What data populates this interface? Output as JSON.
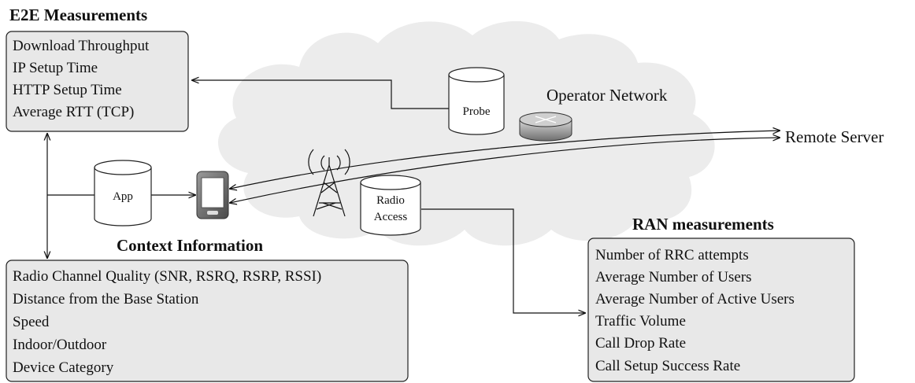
{
  "e2e": {
    "title": "E2E Measurements",
    "items": [
      "Download Throughput",
      "IP Setup Time",
      "HTTP Setup Time",
      "Average RTT (TCP)"
    ]
  },
  "context": {
    "title": "Context Information",
    "items": [
      "Radio Channel Quality (SNR, RSRQ, RSRP, RSSI)",
      "Distance from the Base Station",
      "Speed",
      "Indoor/Outdoor",
      "Device Category"
    ]
  },
  "ran": {
    "title": "RAN measurements",
    "items": [
      "Number of RRC attempts",
      "Average Number of Users",
      "Average Number of Active Users",
      "Traffic Volume",
      "Call Drop Rate",
      "Call Setup Success Rate"
    ]
  },
  "nodes": {
    "probe": "Probe",
    "app": "App",
    "radio_access_line1": "Radio",
    "radio_access_line2": "Access",
    "operator_network": "Operator Network",
    "remote_server": "Remote Server"
  },
  "icons": {
    "cloud": "cloud-icon",
    "router": "router-icon",
    "antenna": "cell-tower-icon",
    "phone": "smartphone-icon"
  },
  "colors": {
    "box_fill": "#e8e8e8",
    "cloud_fill": "#ececec"
  }
}
